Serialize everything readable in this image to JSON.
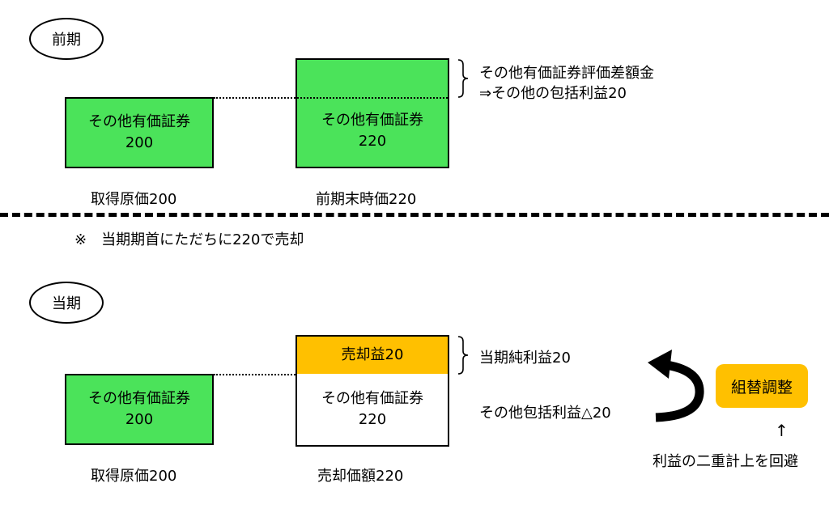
{
  "prior": {
    "period_label": "前期",
    "acq_box": {
      "line1": "その他有価証券",
      "line2": "200"
    },
    "acq_caption": "取得原価200",
    "end_box": {
      "line1": "その他有価証券",
      "line2": "220"
    },
    "end_caption": "前期末時価220",
    "brace_text_line1": "その他有価証券評価差額金",
    "brace_text_line2": "⇒その他の包括利益20"
  },
  "note": "※　当期期首にただちに220で売却",
  "current": {
    "period_label": "当期",
    "acq_box": {
      "line1": "その他有価証券",
      "line2": "200"
    },
    "acq_caption": "取得原価200",
    "gain_box": "売却益20",
    "sale_box": {
      "line1": "その他有価証券",
      "line2": "220"
    },
    "sale_caption": "売却価額220",
    "brace_text": "当期純利益20",
    "oci_text": "その他包括利益△20",
    "adjust_button": "組替調整",
    "up_arrow": "↑",
    "avoid_text": "利益の二重計上を回避"
  },
  "colors": {
    "green": "#4be35a",
    "yellow": "#ffc000"
  }
}
